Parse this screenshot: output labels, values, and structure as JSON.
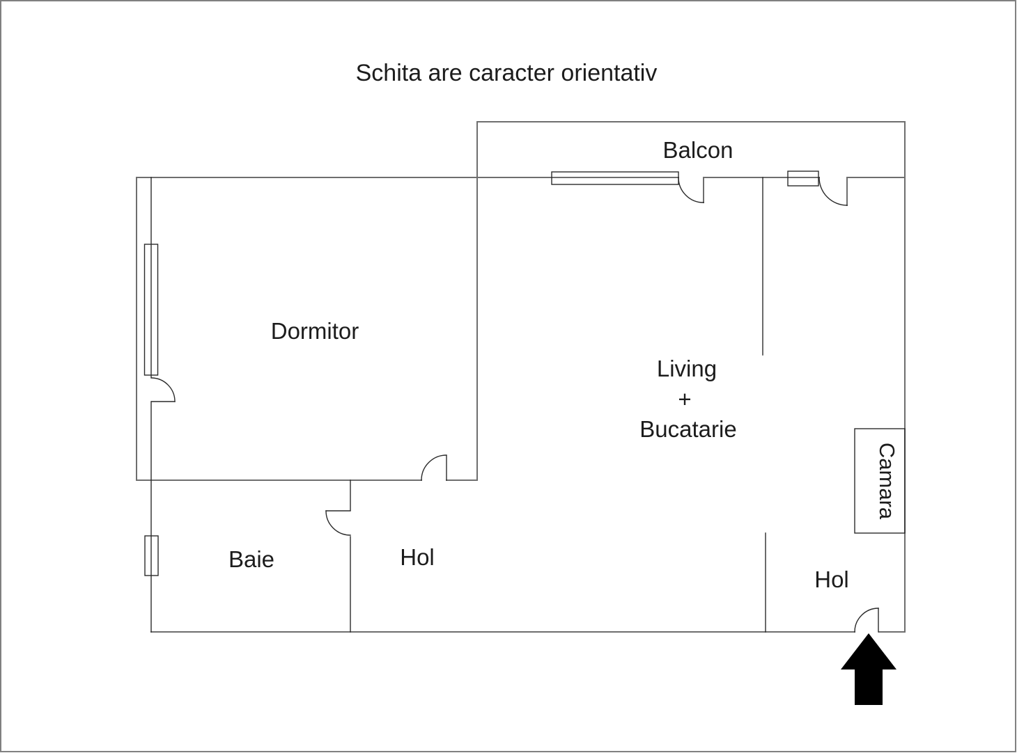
{
  "title": "Schita are caracter orientativ",
  "rooms": {
    "balcon": "Balcon",
    "dormitor": "Dormitor",
    "living": "Living",
    "living_plus": "+",
    "bucatarie": "Bucatarie",
    "baie": "Baie",
    "hol_middle": "Hol",
    "hol_entrance": "Hol",
    "camara": "Camara"
  },
  "icons": {
    "entrance_arrow": "up-arrow"
  },
  "colors": {
    "background": "#ffffff",
    "page_border": "#808080",
    "wall": "#6e6e6e",
    "partition": "#2a2a2a",
    "text": "#1c1c1c",
    "arrow": "#000000"
  }
}
